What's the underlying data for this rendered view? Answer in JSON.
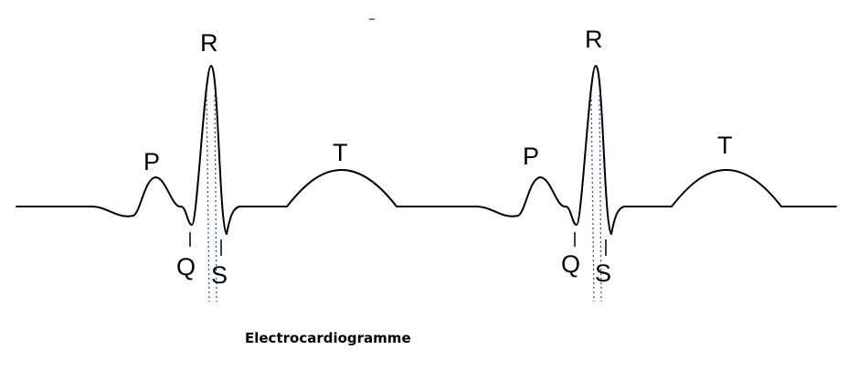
{
  "figure": {
    "caption": "Electrocardiogramme",
    "line_color": "#000000",
    "guide_color": "#3d4fa8"
  },
  "beats": [
    {
      "waves": {
        "p": "P",
        "q": "Q",
        "r": "R",
        "s": "S",
        "t": "T"
      }
    },
    {
      "waves": {
        "p": "P",
        "q": "Q",
        "r": "R",
        "s": "S",
        "t": "T"
      }
    }
  ]
}
